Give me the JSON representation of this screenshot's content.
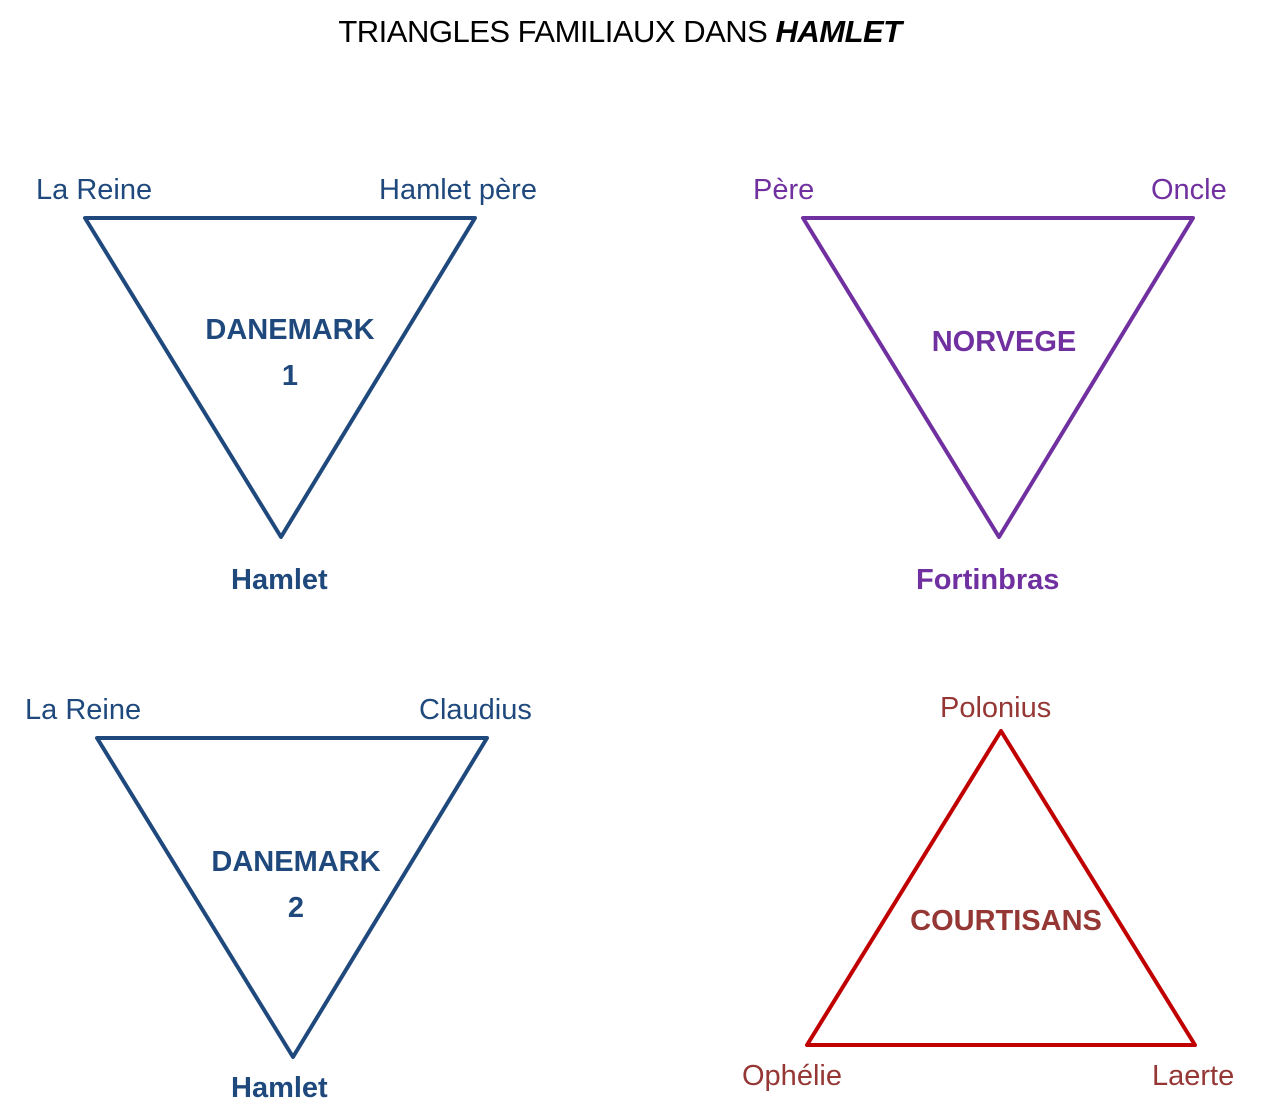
{
  "title": {
    "prefix": "TRIANGLES FAMILIAUX DANS ",
    "emphasis": "HAMLET"
  },
  "colors": {
    "blue": "#1F497D",
    "purple": "#7030A0",
    "red_stroke": "#C00000",
    "red_text": "#953735"
  },
  "triangles": {
    "danemark1": {
      "top_left": "La Reine",
      "top_right": "Hamlet père",
      "bottom": "Hamlet",
      "center_line1": "DANEMARK",
      "center_line2": "1"
    },
    "norvege": {
      "top_left": "Père",
      "top_right": "Oncle",
      "bottom": "Fortinbras",
      "center_line1": "NORVEGE"
    },
    "danemark2": {
      "top_left": "La Reine",
      "top_right": "Claudius",
      "bottom": "Hamlet",
      "center_line1": "DANEMARK",
      "center_line2": "2"
    },
    "courtisans": {
      "top": "Polonius",
      "bottom_left": "Ophélie",
      "bottom_right": "Laerte",
      "center_line1": "COURTISANS"
    }
  }
}
